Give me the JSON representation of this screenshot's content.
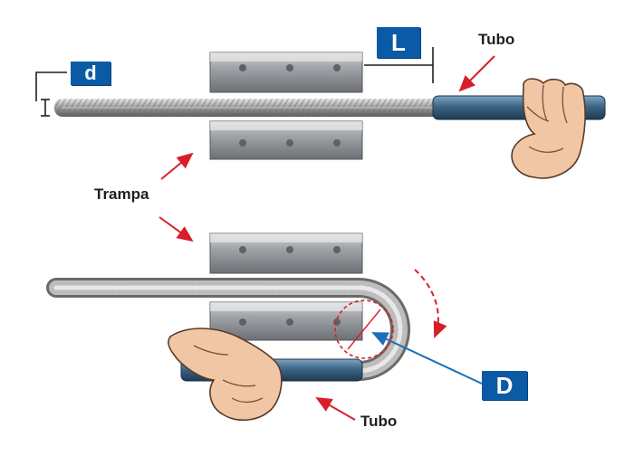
{
  "labels": {
    "d": "d",
    "L": "L",
    "D": "D",
    "tubo_top": "Tubo",
    "tubo_bottom": "Tubo",
    "trampa": "Trampa"
  },
  "colors": {
    "badge": "#0a5aa6",
    "arrow": "#d81e2a",
    "pipe": "#3d6586",
    "plate": "#8f9296"
  },
  "icons": {
    "hand_top": "hand-gripping-pipe-icon",
    "hand_bottom": "hand-gripping-pipe-icon",
    "rotation": "curved-rotation-arrow-icon"
  }
}
